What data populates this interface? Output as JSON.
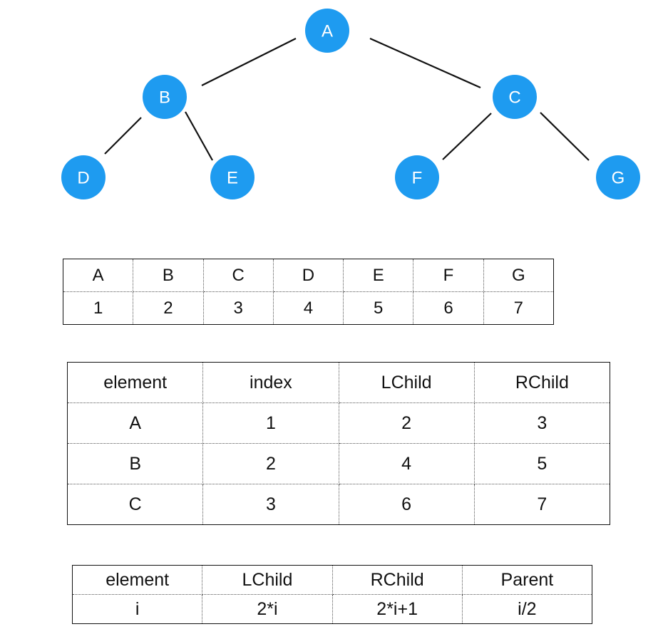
{
  "tree": {
    "nodes": [
      "A",
      "B",
      "C",
      "D",
      "E",
      "F",
      "G"
    ],
    "edges": [
      [
        "A",
        "B"
      ],
      [
        "A",
        "C"
      ],
      [
        "B",
        "D"
      ],
      [
        "B",
        "E"
      ],
      [
        "C",
        "F"
      ],
      [
        "C",
        "G"
      ]
    ],
    "node_color": "#1E9BF0"
  },
  "order_table": {
    "elements": [
      "A",
      "B",
      "C",
      "D",
      "E",
      "F",
      "G"
    ],
    "indices": [
      "1",
      "2",
      "3",
      "4",
      "5",
      "6",
      "7"
    ]
  },
  "children_table": {
    "headers": [
      "element",
      "index",
      "LChild",
      "RChild"
    ],
    "rows": [
      [
        "A",
        "1",
        "2",
        "3"
      ],
      [
        "B",
        "2",
        "4",
        "5"
      ],
      [
        "C",
        "3",
        "6",
        "7"
      ]
    ]
  },
  "formula_table": {
    "headers": [
      "element",
      "LChild",
      "RChild",
      "Parent"
    ],
    "row": [
      "i",
      "2*i",
      "2*i+1",
      "i/2"
    ]
  }
}
